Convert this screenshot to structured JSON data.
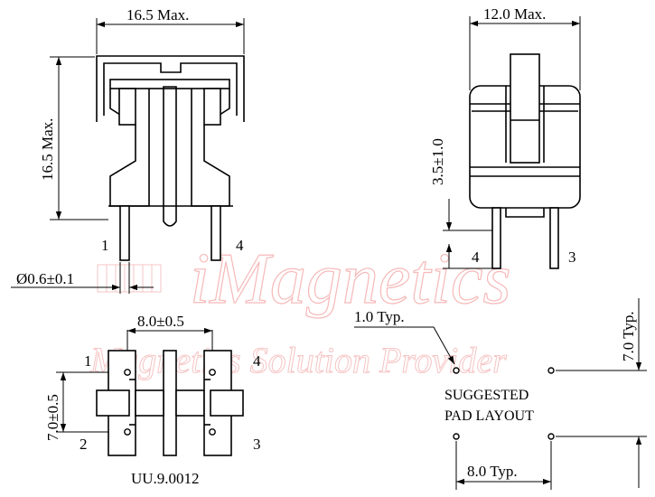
{
  "watermark": {
    "brand": "iMagnetics",
    "tagline": "Magnetics Solution Provider"
  },
  "front_view": {
    "width_dim": "16.5 Max.",
    "height_dim": "16.5 Max.",
    "pin_diameter": "Ø0.6±0.1",
    "pin_left": "1",
    "pin_right": "4"
  },
  "side_view": {
    "width_dim": "12.0 Max.",
    "standoff_dim": "3.5±1.0",
    "pin_left": "4",
    "pin_right": "3"
  },
  "bottom_view": {
    "pitch_dim": "8.0±0.5",
    "row_dim": "7.0±0.5",
    "pin_1": "1",
    "pin_2": "2",
    "pin_3": "3",
    "pin_4": "4",
    "part_number": "UU.9.0012"
  },
  "pad_layout": {
    "pad_dim": "1.0 Typ.",
    "row_dim": "7.0 Typ.",
    "pitch_dim": "8.0 Typ.",
    "title_line1": "SUGGESTED",
    "title_line2": "PAD LAYOUT"
  }
}
